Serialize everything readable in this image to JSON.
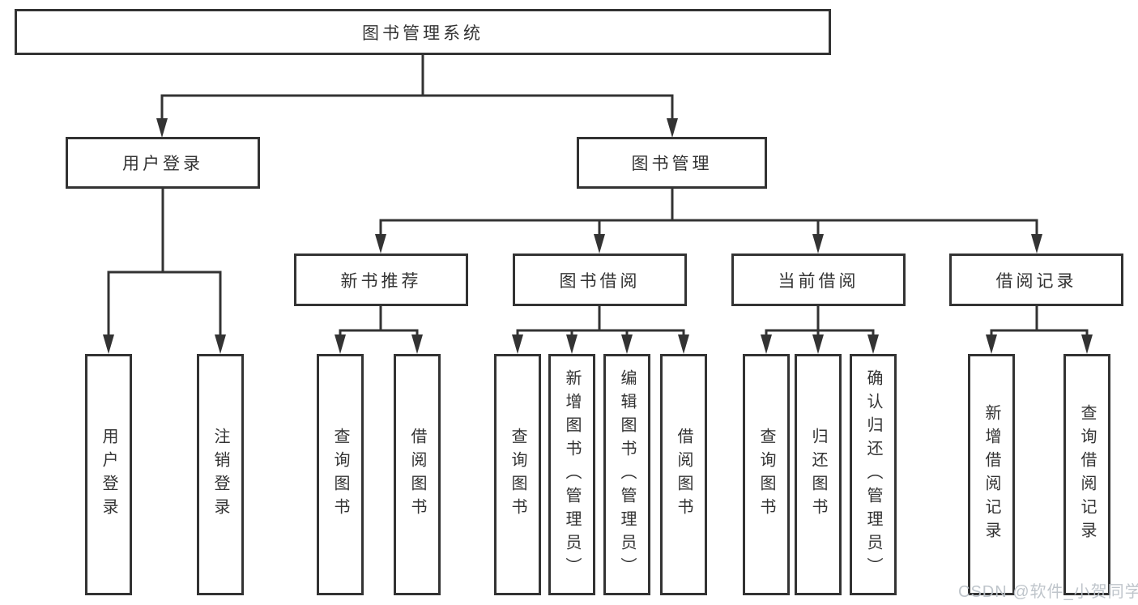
{
  "diagram": {
    "root": "图书管理系统",
    "level2": {
      "user_login": "用户登录",
      "book_mgmt": "图书管理"
    },
    "level3": {
      "new_book_rec": "新书推荐",
      "book_borrow": "图书借阅",
      "current_borrow": "当前借阅",
      "borrow_records": "借阅记录"
    },
    "leaves": {
      "user_login_leaf": "用户登录",
      "logout": "注销登录",
      "query_books_a": "查询图书",
      "borrow_books_a": "借阅图书",
      "query_books_b": "查询图书",
      "add_books": "新增图书（管理员）",
      "edit_books": "编辑图书（管理员）",
      "borrow_books_b": "借阅图书",
      "query_books_c": "查询图书",
      "return_books": "归还图书",
      "confirm_return": "确认归还（管理员）",
      "add_borrow_record": "新增借阅记录",
      "query_borrow_record": "查询借阅记录"
    },
    "hierarchy": {
      "图书管理系统": {
        "用户登录": [
          "用户登录",
          "注销登录"
        ],
        "图书管理": {
          "新书推荐": [
            "查询图书",
            "借阅图书"
          ],
          "图书借阅": [
            "查询图书",
            "新增图书（管理员）",
            "编辑图书（管理员）",
            "借阅图书"
          ],
          "当前借阅": [
            "查询图书",
            "归还图书",
            "确认归还（管理员）"
          ],
          "借阅记录": [
            "新增借阅记录",
            "查询借阅记录"
          ]
        }
      }
    }
  },
  "watermark": "CSDN @软件_小贺同学",
  "colors": {
    "line": "#333333",
    "border": "#333333",
    "text": "#333333",
    "background": "#ffffff",
    "watermark": "#bcc2c8"
  }
}
